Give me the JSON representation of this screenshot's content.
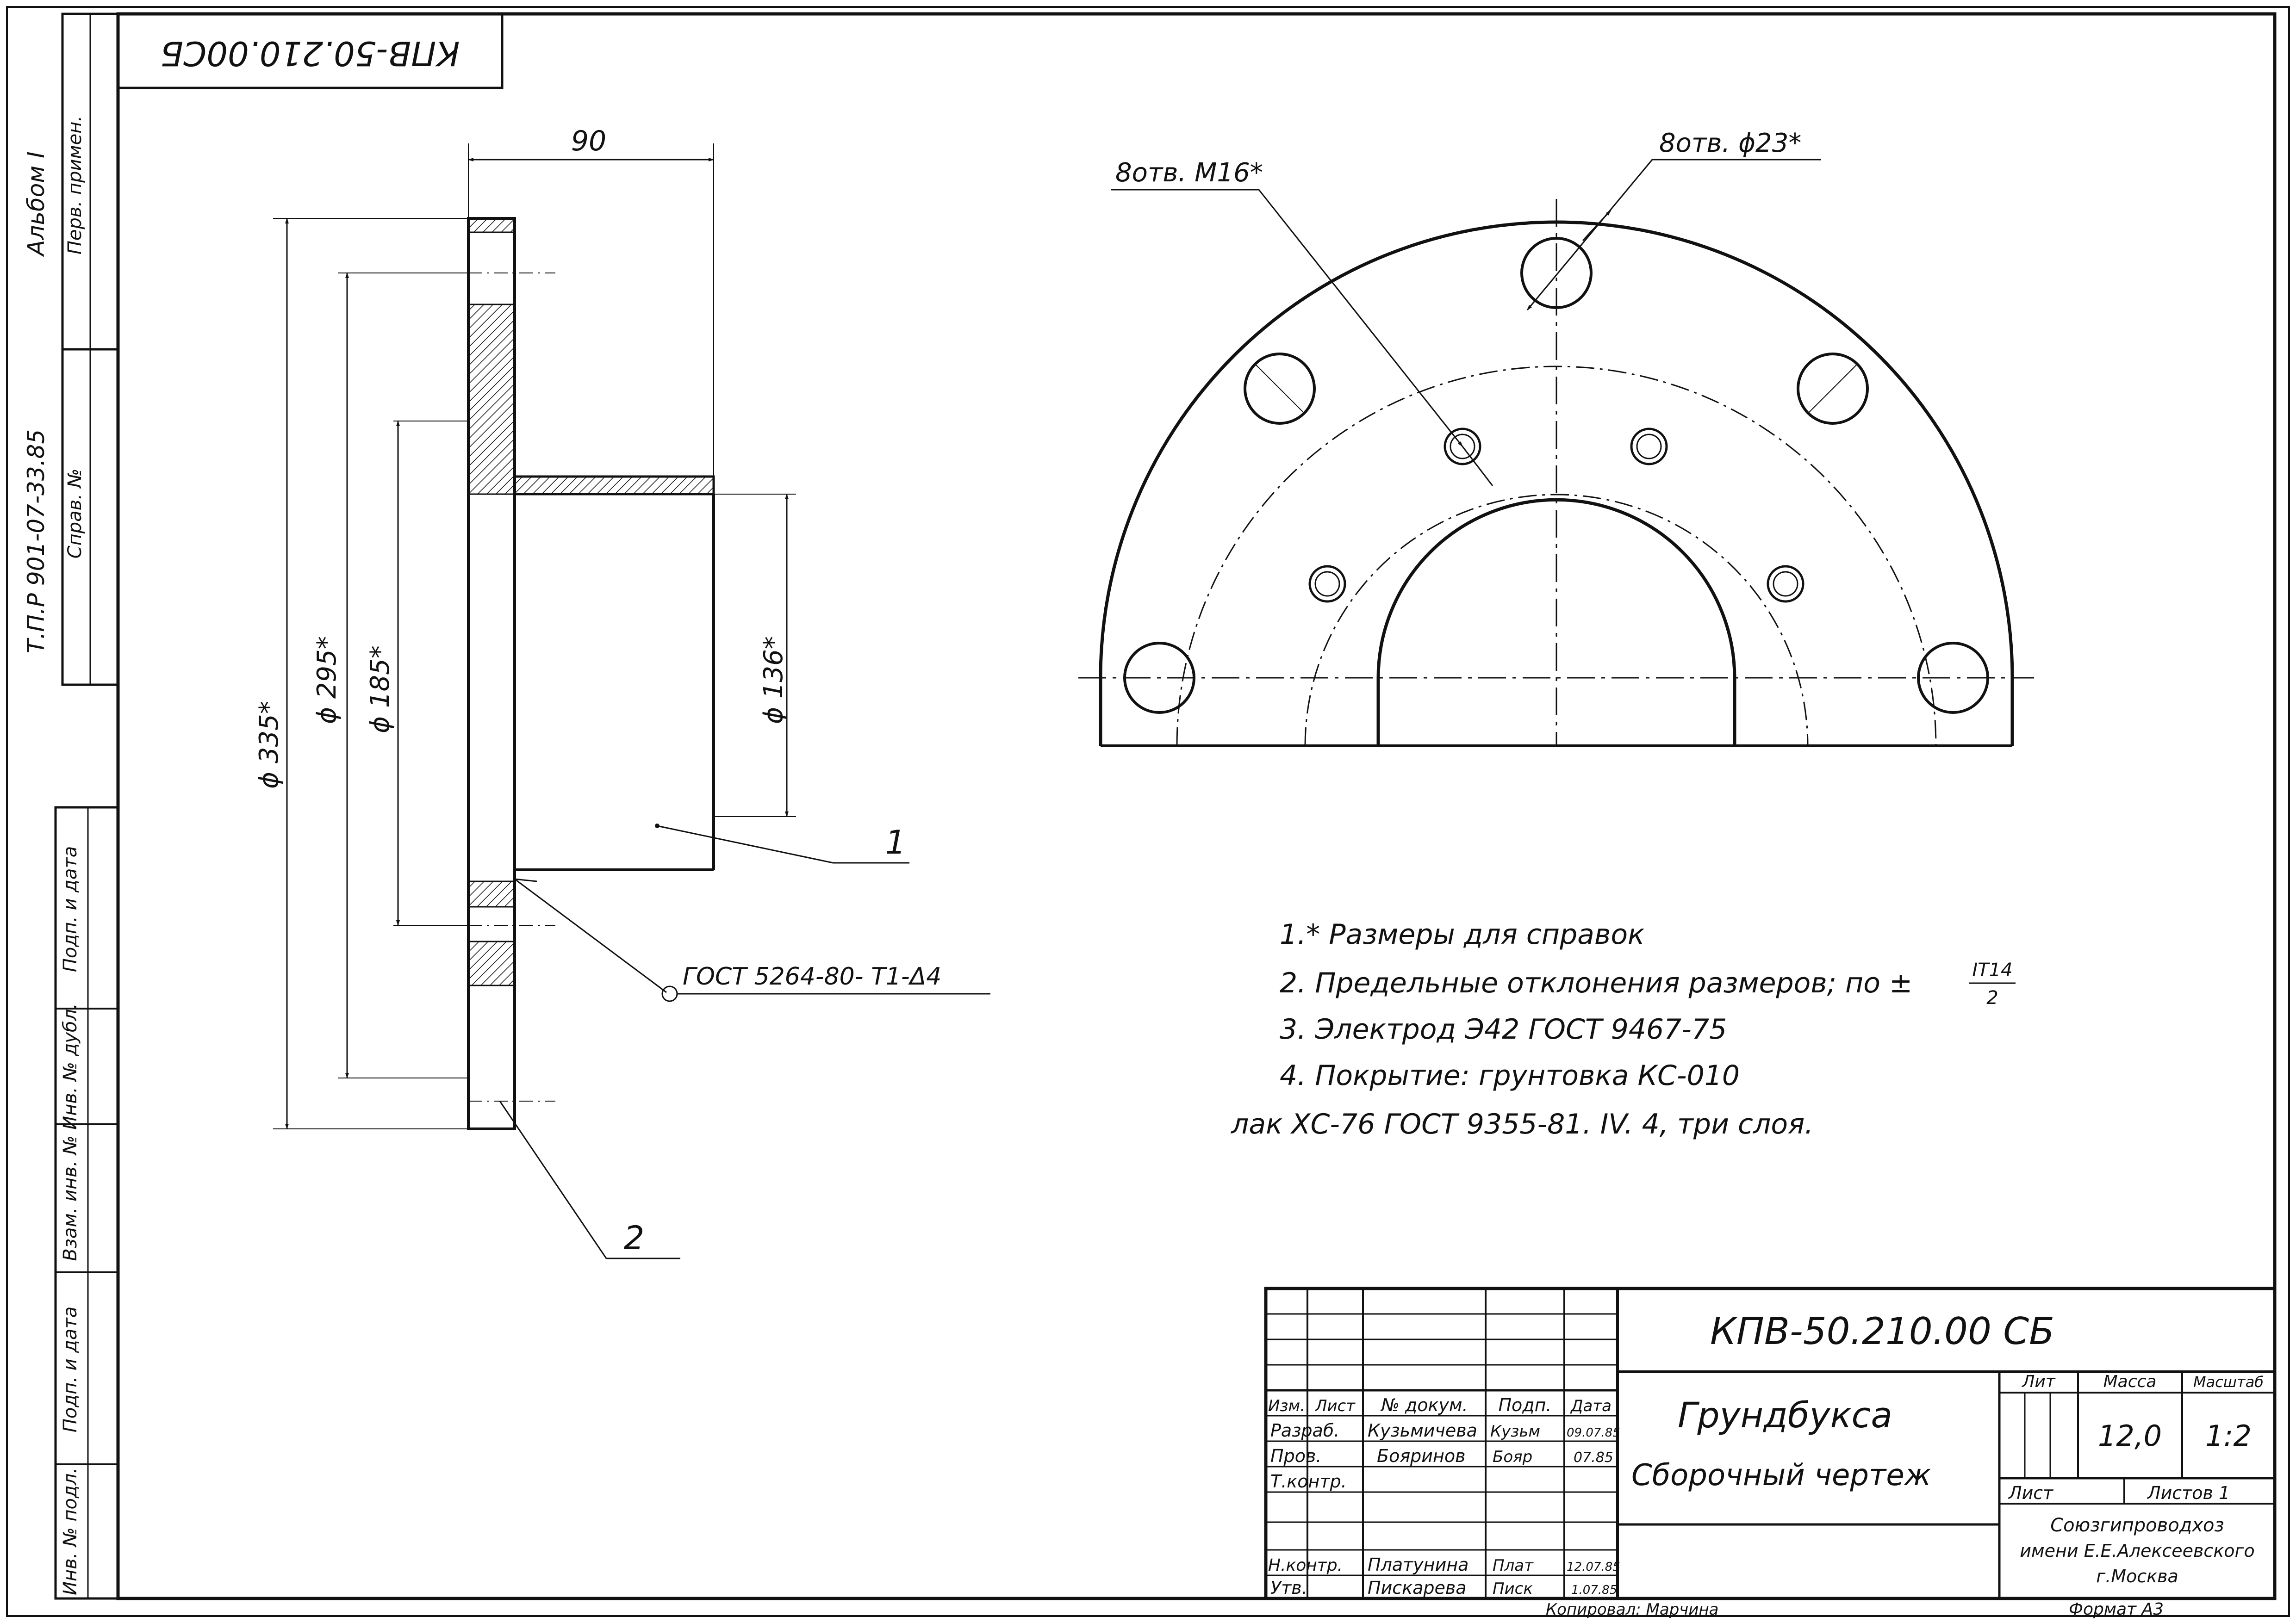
{
  "drawing_number_stamp": "КПВ-50.210.00СБ",
  "margin_strip": {
    "album": "Альбом I",
    "series": "Т.П.Р 901-07-33.85",
    "first_use": "Перв. примен.",
    "ref_no": "Справ. №",
    "sign_date_1": "Подп. и дата",
    "inv_dup": "Инв. № дубл.",
    "replaced_inv": "Взам. инв. №",
    "sign_date_2": "Подп. и дата",
    "inv_orig": "Инв. № подл."
  },
  "section_view": {
    "dim_length": "90",
    "dim_d335": "ϕ 335*",
    "dim_d295": "ϕ 295*",
    "dim_d185": "ϕ 185*",
    "dim_d136": "ϕ 136*",
    "pos_1": "1",
    "pos_2": "2",
    "weld_note": "ГОСТ 5264-80- Т1-Δ4"
  },
  "plan_view": {
    "holes_m16": "8отв. М16*",
    "holes_d23": "8отв. ϕ23*"
  },
  "notes": [
    "1.* Размеры для справок",
    "2. Предельные отклонения размеров; по ±",
    "3. Электрод Э42 ГОСТ 9467-75",
    "4. Покрытие: грунтовка КС-010",
    "лак ХС-76 ГОСТ 9355-81. IV. 4, три слоя."
  ],
  "tolerance_fraction": {
    "numerator": "IT14",
    "denominator": "2"
  },
  "title_block": {
    "doc_number": "КПВ-50.210.00 СБ",
    "name": "Грундбукса",
    "doc_type": "Сборочный чертеж",
    "col_headers": [
      "Изм.",
      "Лист",
      "№ докум.",
      "Подп.",
      "Дата"
    ],
    "rows": [
      {
        "role": "Разраб.",
        "name": "Кузьмичева",
        "sign": "Кузьм",
        "date": "09.07.85"
      },
      {
        "role": "Пров.",
        "name": "Бояринов",
        "sign": "Бояр",
        "date": "07.85"
      },
      {
        "role": "Т.контр.",
        "name": "",
        "sign": "",
        "date": ""
      },
      {
        "role": "",
        "name": "",
        "sign": "",
        "date": ""
      },
      {
        "role": "Н.контр.",
        "name": "Платунина",
        "sign": "Плат",
        "date": "12.07.85"
      },
      {
        "role": "Утв.",
        "name": "Пискарева",
        "sign": "Писк",
        "date": "1.07.85"
      }
    ],
    "lit_label": "Лит",
    "mass_label": "Масса",
    "scale_label": "Масштаб",
    "mass_value": "12,0",
    "scale_value": "1:2",
    "sheet_label": "Лист",
    "sheets_label": "Листов 1",
    "org_line_1": "Союзгипроводхоз",
    "org_line_2": "имени Е.Е.Алексеевского",
    "org_line_3": "г.Москва"
  },
  "copied_by": "Копировал: Марчина",
  "format": "Формат А3"
}
